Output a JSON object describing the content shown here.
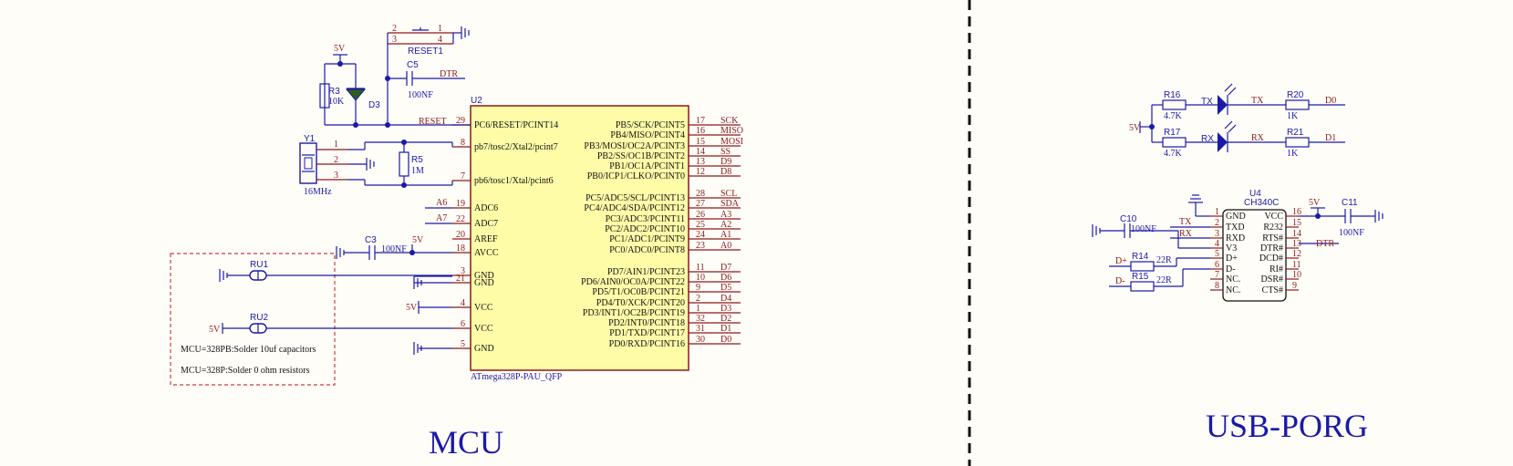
{
  "sections": {
    "mcu": "MCU",
    "usb": "USB-PORG"
  },
  "mcu": {
    "ref": "U2",
    "part": "ATmega328P-PAU_QFP",
    "left_pins": [
      {
        "num": "29",
        "name": "PC6/RESET/PCINT14"
      },
      {
        "num": "8",
        "name": "pb7/tosc2/Xtal2/pcint7"
      },
      {
        "num": "7",
        "name": "pb6/tosc1/Xtal/pcint6"
      },
      {
        "num": "19",
        "name": "ADC6"
      },
      {
        "num": "22",
        "name": "ADC7"
      },
      {
        "num": "20",
        "name": "AREF"
      },
      {
        "num": "18",
        "name": "AVCC"
      },
      {
        "num": "3",
        "name": "GND"
      },
      {
        "num": "21",
        "name": "GND"
      },
      {
        "num": "4",
        "name": "VCC"
      },
      {
        "num": "6",
        "name": "VCC"
      },
      {
        "num": "5",
        "name": "GND"
      }
    ],
    "left_nets": [
      "RESET",
      "A6",
      "A7",
      "5V",
      "5V"
    ],
    "right_pins": [
      {
        "num": "17",
        "name": "PB5/SCK/PCINT5",
        "net": "SCK"
      },
      {
        "num": "16",
        "name": "PB4/MISO/PCINT4",
        "net": "MISO"
      },
      {
        "num": "15",
        "name": "PB3/MOSI/OC2A/PCINT3",
        "net": "MOSI"
      },
      {
        "num": "14",
        "name": "PB2/SS/OC1B/PCINT2",
        "net": "SS"
      },
      {
        "num": "13",
        "name": "PB1/OC1A/PCINT1",
        "net": "D9"
      },
      {
        "num": "12",
        "name": "PB0/ICP1/CLKO/PCINT0",
        "net": "D8"
      },
      {
        "num": "28",
        "name": "PC5/ADC5/SCL/PCINT13",
        "net": "SCL"
      },
      {
        "num": "27",
        "name": "PC4/ADC4/SDA/PCINT12",
        "net": "SDA"
      },
      {
        "num": "26",
        "name": "PC3/ADC3/PCINT11",
        "net": "A3"
      },
      {
        "num": "25",
        "name": "PC2/ADC2/PCINT10",
        "net": "A2"
      },
      {
        "num": "24",
        "name": "PC1/ADC1/PCINT9",
        "net": "A1"
      },
      {
        "num": "23",
        "name": "PC0/ADC0/PCINT8",
        "net": "A0"
      },
      {
        "num": "11",
        "name": "PD7/AIN1/PCINT23",
        "net": "D7"
      },
      {
        "num": "10",
        "name": "PD6/AIN0/OC0A/PCINT22",
        "net": "D6"
      },
      {
        "num": "9",
        "name": "PD5/T1/OC0B/PCINT21",
        "net": "D5"
      },
      {
        "num": "2",
        "name": "PD4/T0/XCK/PCINT20",
        "net": "D4"
      },
      {
        "num": "1",
        "name": "PD3/INT1/OC2B/PCINT19",
        "net": "D3"
      },
      {
        "num": "32",
        "name": "PD2/INT0/PCINT18",
        "net": "D2"
      },
      {
        "num": "31",
        "name": "PD1/TXD/PCINT17",
        "net": "D1"
      },
      {
        "num": "30",
        "name": "PD0/RXD/PCINT16",
        "net": "D0"
      }
    ]
  },
  "reset": {
    "switch": "RESET1",
    "pins": [
      "2",
      "1",
      "3",
      "4"
    ],
    "r3_ref": "R3",
    "r3_val": "10K",
    "d3_ref": "D3",
    "net_5v": "5V",
    "c5_ref": "C5",
    "c5_val": "100NF",
    "net_dtr": "DTR"
  },
  "crystal": {
    "ref": "Y1",
    "val": "16MHz",
    "pins": [
      "1",
      "2",
      "3"
    ],
    "r5_ref": "R5",
    "r5_val": "1M"
  },
  "avcc": {
    "c3_ref": "C3",
    "c3_val": "100NF"
  },
  "option": {
    "ru1": "RU1",
    "ru2": "RU2",
    "net_5v": "5V",
    "note1": "MCU=328PB:Solder 10uf capacitors",
    "note2": "MCU=328P:Solder 0 ohm resistors"
  },
  "leds": {
    "net_5v": "5V",
    "r16_ref": "R16",
    "r16_val": "4.7K",
    "r17_ref": "R17",
    "r17_val": "4.7K",
    "tx_led": "TX",
    "rx_led": "RX",
    "tx_net": "TX",
    "rx_net": "RX",
    "r20_ref": "R20",
    "r20_val": "1K",
    "r21_ref": "R21",
    "r21_val": "1K",
    "d0": "D0",
    "d1": "D1"
  },
  "usb": {
    "ref": "U4",
    "part": "CH340C",
    "left_pins": [
      {
        "num": "1",
        "name": "GND"
      },
      {
        "num": "2",
        "name": "TXD"
      },
      {
        "num": "3",
        "name": "RXD"
      },
      {
        "num": "4",
        "name": "V3"
      },
      {
        "num": "5",
        "name": "D+"
      },
      {
        "num": "6",
        "name": "D-"
      },
      {
        "num": "7",
        "name": "NC."
      },
      {
        "num": "8",
        "name": "NC."
      }
    ],
    "right_pins": [
      {
        "num": "16",
        "name": "VCC"
      },
      {
        "num": "15",
        "name": "R232"
      },
      {
        "num": "14",
        "name": "RTS#"
      },
      {
        "num": "13",
        "name": "DTR#"
      },
      {
        "num": "12",
        "name": "DCD#"
      },
      {
        "num": "11",
        "name": "RI#"
      },
      {
        "num": "10",
        "name": "DSR#"
      },
      {
        "num": "9",
        "name": "CTS#"
      }
    ],
    "c10_ref": "C10",
    "c10_val": "100NF",
    "c11_ref": "C11",
    "c11_val": "100NF",
    "net_tx": "TX",
    "net_rx": "RX",
    "net_5v": "5V",
    "net_dtr": "DTR",
    "r14_ref": "R14",
    "r14_val": "22R",
    "r15_ref": "R15",
    "r15_val": "22R",
    "net_dp": "D+",
    "net_dm": "D-"
  }
}
